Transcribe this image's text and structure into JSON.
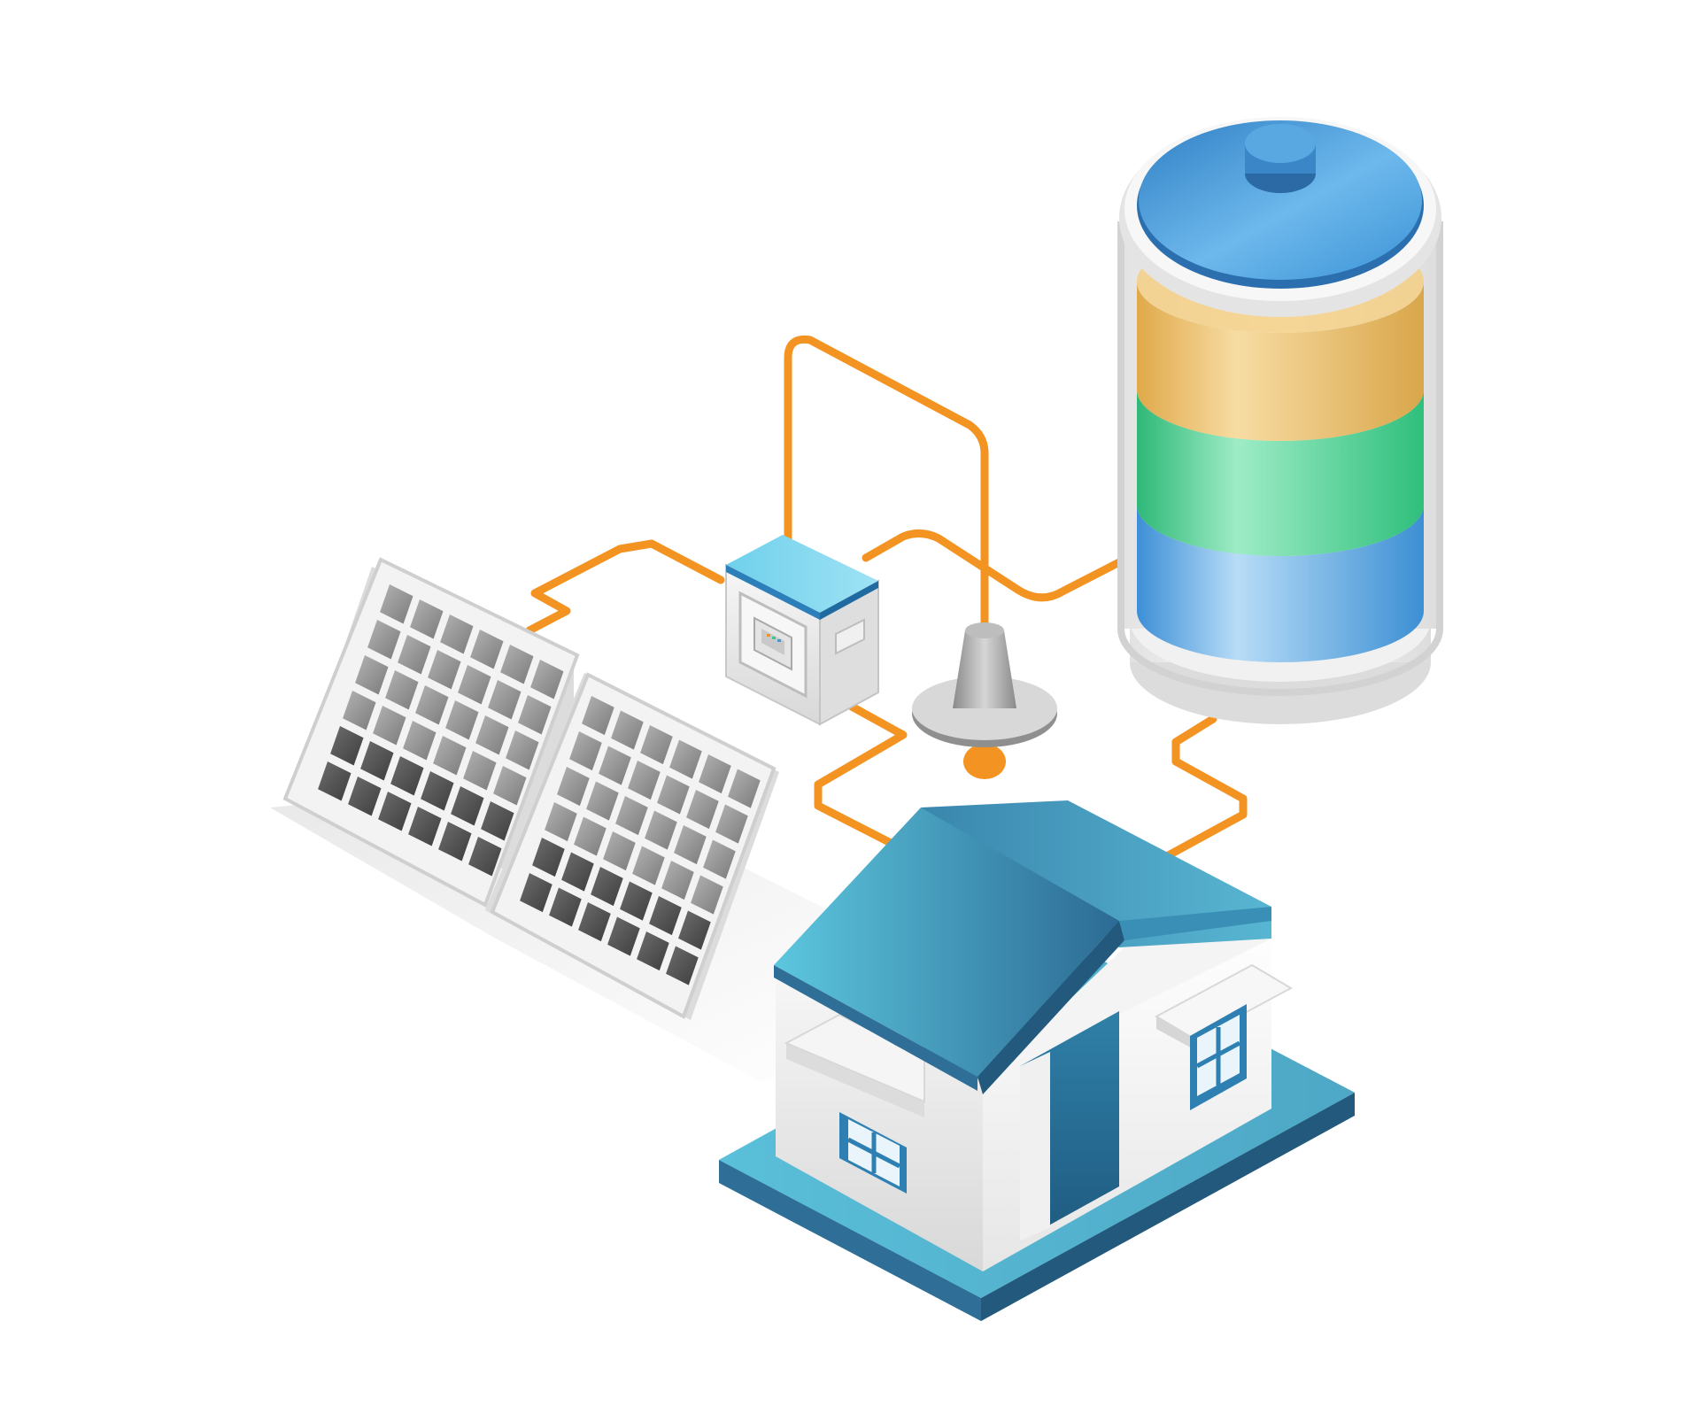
{
  "colors": {
    "background": "#ffffff",
    "cable": "#f39322",
    "roof_light": "#5ec6dc",
    "roof_dark": "#2e6c96",
    "wall_light": "#f2f2f2",
    "wall_shade": "#cfcfcf",
    "base_light": "#5bbcd7",
    "base_dark": "#2f6f97",
    "battery_cap": "#3f9ad8",
    "battery_level_yellow": "#e6b85a",
    "battery_level_green": "#3ec88a",
    "battery_level_blue": "#5aa8e6",
    "panel_cell": "#8c8c8c",
    "lamp_glow": "#f39322"
  },
  "icons": {
    "solar_panels": "solar-panel-icon",
    "inverter": "inverter-box-icon",
    "lamp": "ceiling-lamp-icon",
    "battery": "battery-icon",
    "house": "house-icon",
    "cables": "power-cable-icon"
  },
  "battery": {
    "segments": [
      "yellow",
      "green",
      "blue"
    ],
    "charge_levels": 3
  },
  "solar_array": {
    "panel_count": 2,
    "cell_columns": 6,
    "cell_rows": 6
  }
}
